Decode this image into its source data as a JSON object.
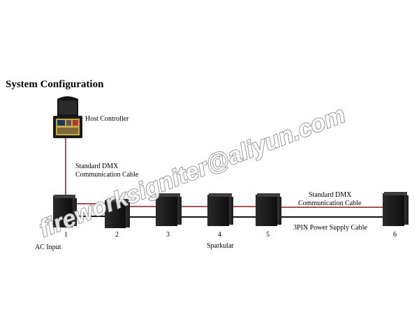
{
  "title": "System Configuration",
  "host_controller_label": "Host Controller",
  "dmx_label_1": [
    "Standard DMX",
    "Communication Cable"
  ],
  "dmx_label_2": [
    "Standard DMX",
    "Communication Cable"
  ],
  "power_cable_label": "3PIN Power Supply Cable",
  "ac_input_label": "AC Input",
  "device_group_label": "Sparkular",
  "devices": [
    "1",
    "2",
    "3",
    "4",
    "5",
    "6"
  ],
  "watermark": "fireworksigniter@aliyun.com",
  "colors": {
    "dmx_cable": "#8b1a1a",
    "power_cable": "#111111",
    "device": "#1c1c1c"
  }
}
